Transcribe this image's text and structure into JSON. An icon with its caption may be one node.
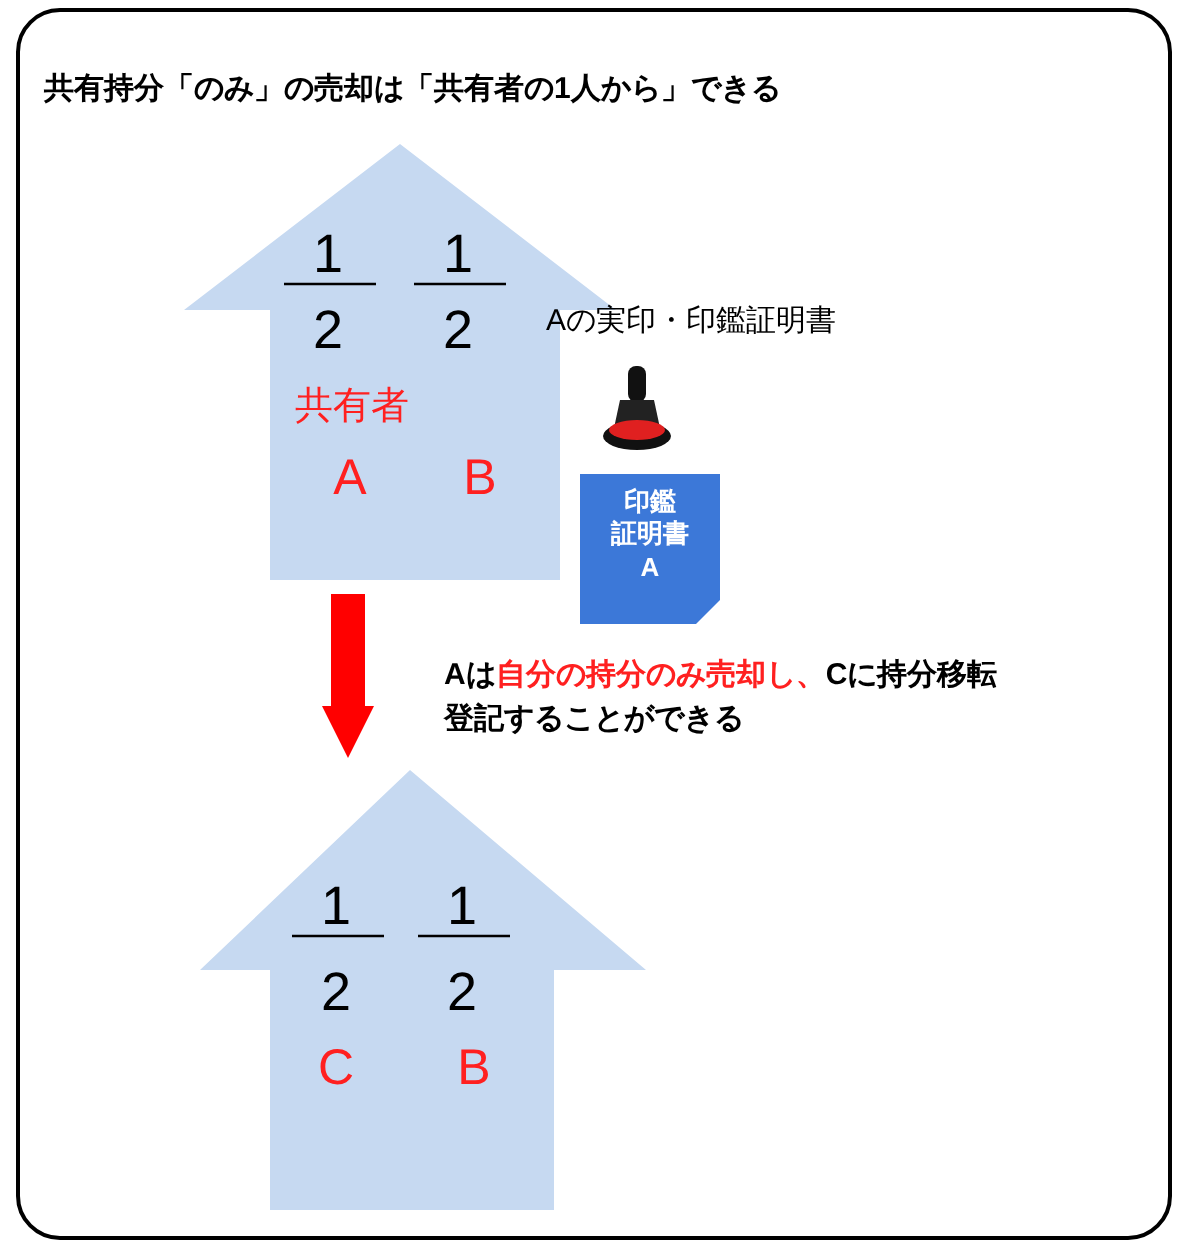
{
  "diagram": {
    "title": "共有持分「のみ」の売却は「共有者の1人から」できる",
    "nodes": [
      {
        "text": [
          "1",
          "2",
          "1",
          "2",
          "共有者",
          "A",
          "B"
        ]
      },
      {
        "text": [
          "印鑑",
          "証明書",
          "A"
        ]
      },
      {
        "text": [
          "1",
          "2",
          "1",
          "2",
          "C",
          "B"
        ]
      }
    ],
    "edges": [
      {
        "from": 0,
        "to": 2,
        "arrow": "to"
      }
    ],
    "labels": [
      "Aの実印・印鑑証明書",
      "Aは",
      "自分の持分のみ売却し、",
      "Cに持分移転登記することができる"
    ]
  }
}
